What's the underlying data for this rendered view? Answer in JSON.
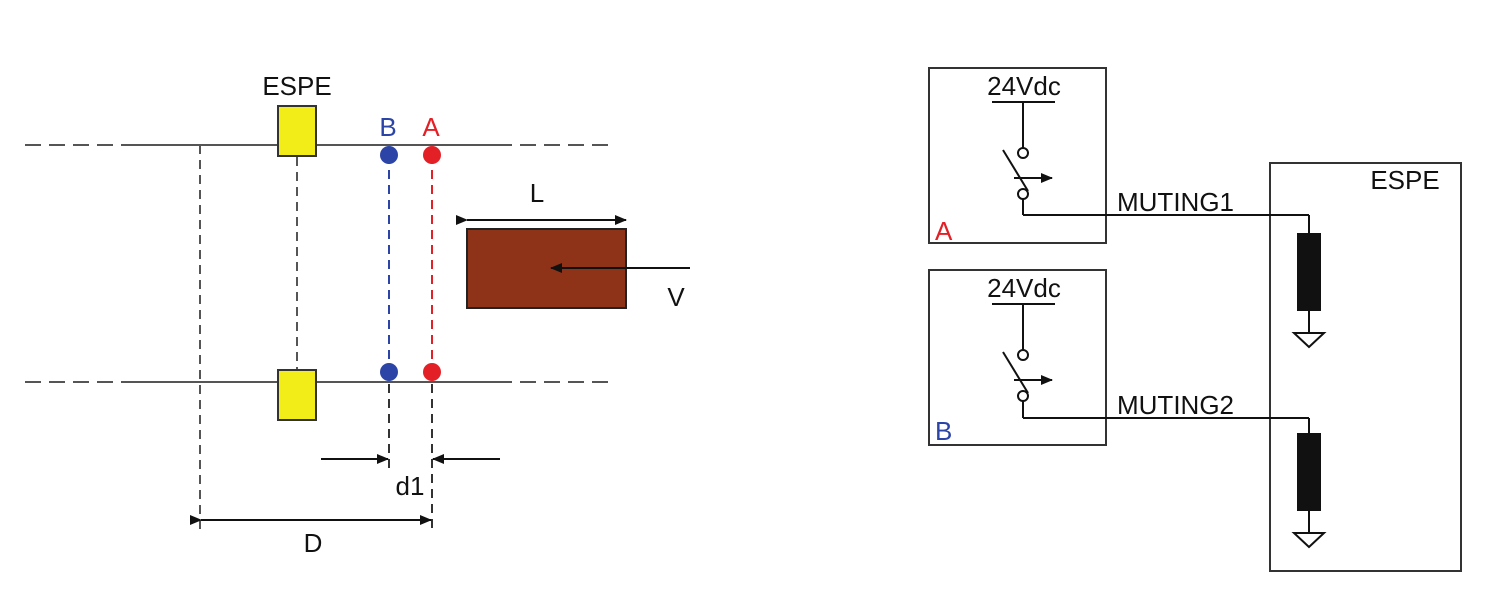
{
  "colors": {
    "line": "#555555",
    "sensor": "#f2ec19",
    "sensor_stroke": "#333333",
    "point_b": "#2c44a6",
    "point_a": "#e32026",
    "object": "#8e3218",
    "coil": "#111111",
    "text": "#111111"
  },
  "layout_diagram": {
    "espe_label": "ESPE",
    "point_b_label": "B",
    "point_a_label": "A",
    "length_label": "L",
    "velocity_label": "V",
    "d1_label": "d1",
    "distance_label": "D"
  },
  "wiring_diagram": {
    "box_a": {
      "supply_label": "24Vdc",
      "sensor_label": "A"
    },
    "box_b": {
      "supply_label": "24Vdc",
      "sensor_label": "B"
    },
    "muting1_label": "MUTING1",
    "muting2_label": "MUTING2",
    "espe_label": "ESPE"
  }
}
